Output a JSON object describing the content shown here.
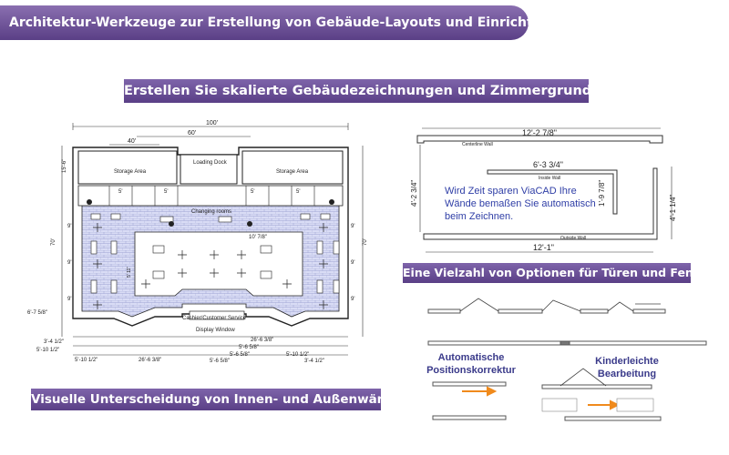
{
  "header": {
    "title": "Architektur-Werkzeuge zur Erstellung von Gebäude-Layouts und Einrichtungsplänen"
  },
  "sections": {
    "scaled_drawings": "Erstellen Sie skalierte Gebäudezeichnungen und Zimmergrundrisse",
    "doors_windows": "Eine Vielzahl von Optionen für Türen und Fenster",
    "wall_distinction": "Visuelle Unterscheidung von Innen- und Außenwänden"
  },
  "floor_plan": {
    "dim_top": "100'",
    "dim_60": "60'",
    "dim_40": "40'",
    "dim_15_6": "15'-6\"",
    "dim_70_left": "70'",
    "dim_70_right": "70'",
    "dim_9a": "9'",
    "dim_9b": "9'",
    "dim_9c": "9'",
    "dim_9d": "9'",
    "dim_9e": "9'",
    "dim_9f": "9'",
    "dim_5a": "5'",
    "dim_5b": "5'",
    "dim_5c": "5'",
    "dim_5d": "5'",
    "dim_6_7": "6'-7 5/8\"",
    "loading_dock": "Loading Dock",
    "storage_left": "Storage Area",
    "storage_right": "Storage Area",
    "changing_rooms": "Changing rooms",
    "dim_10_7": "10' 7/8\"",
    "dim_5_11": "5' 11\"",
    "cashier": "Cashier/Customer Service",
    "display_window": "Display Window",
    "dim_26_6": "26'-6 3/8\"",
    "dim_3_4a": "3'-4 1/2\"",
    "dim_5_10a": "5'-10 1/2\"",
    "dim_5_10b": "5'-10 1/2\"",
    "dim_26_6b": "26'-6 3/8\"",
    "dim_5_6a": "5'-6 5/8\"",
    "dim_5_6b": "5'-6 5/8\"",
    "dim_5_6c": "5'-6 5/8\"",
    "dim_5_10c": "5'-10 1/2\"",
    "dim_3_4b": "3'-4 1/2\""
  },
  "wall_diagram": {
    "dim_top": "12'-2 7/8\"",
    "centerline_label": "Centerline Wall",
    "dim_inner": "6'-3 3/4\"",
    "inside_label": "Inside Wall",
    "dim_left": "4'-2 3/4\"",
    "dim_inner_v": "1'-9 7/8\"",
    "dim_right": "4'-1 1/4\"",
    "outside_label": "Outside Wall",
    "dim_bottom": "12'-1\"",
    "note": "Wird Zeit sparen ViaCAD Ihre Wände bemaßen Sie automatisch beim Zeichnen."
  },
  "door_demo": {
    "auto_label": "Automatische Positionskorrektur",
    "easy_label": "Kinderleichte Bearbeitung"
  },
  "colors": {
    "banner": "#5a3f86",
    "floor": "#d9dcf5",
    "arrow": "#f08a1c",
    "note": "#2f3ea6"
  }
}
